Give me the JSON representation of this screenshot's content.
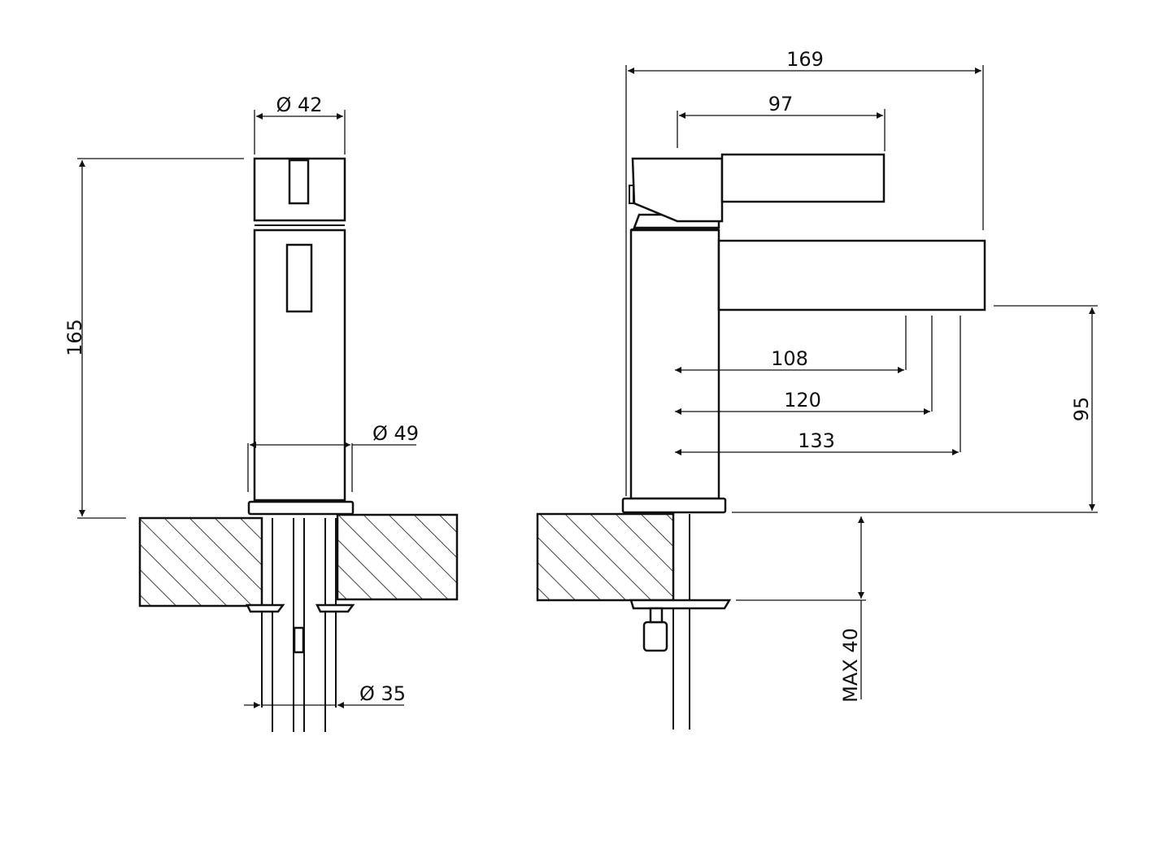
{
  "title": "Basin mixer technical drawing",
  "front_view": {
    "height_label": "165",
    "cap_diameter_label": "Ø 42",
    "body_diameter_label": "Ø 49",
    "hole_diameter_label": "Ø 35"
  },
  "side_view": {
    "overall_length_label": "169",
    "lever_length_label": "97",
    "spout_reach_1_label": "108",
    "spout_reach_2_label": "120",
    "spout_reach_3_label": "133",
    "spout_height_label": "95",
    "max_counter_label": "MAX 40"
  },
  "colors": {
    "line": "#111111",
    "background": "#ffffff"
  }
}
